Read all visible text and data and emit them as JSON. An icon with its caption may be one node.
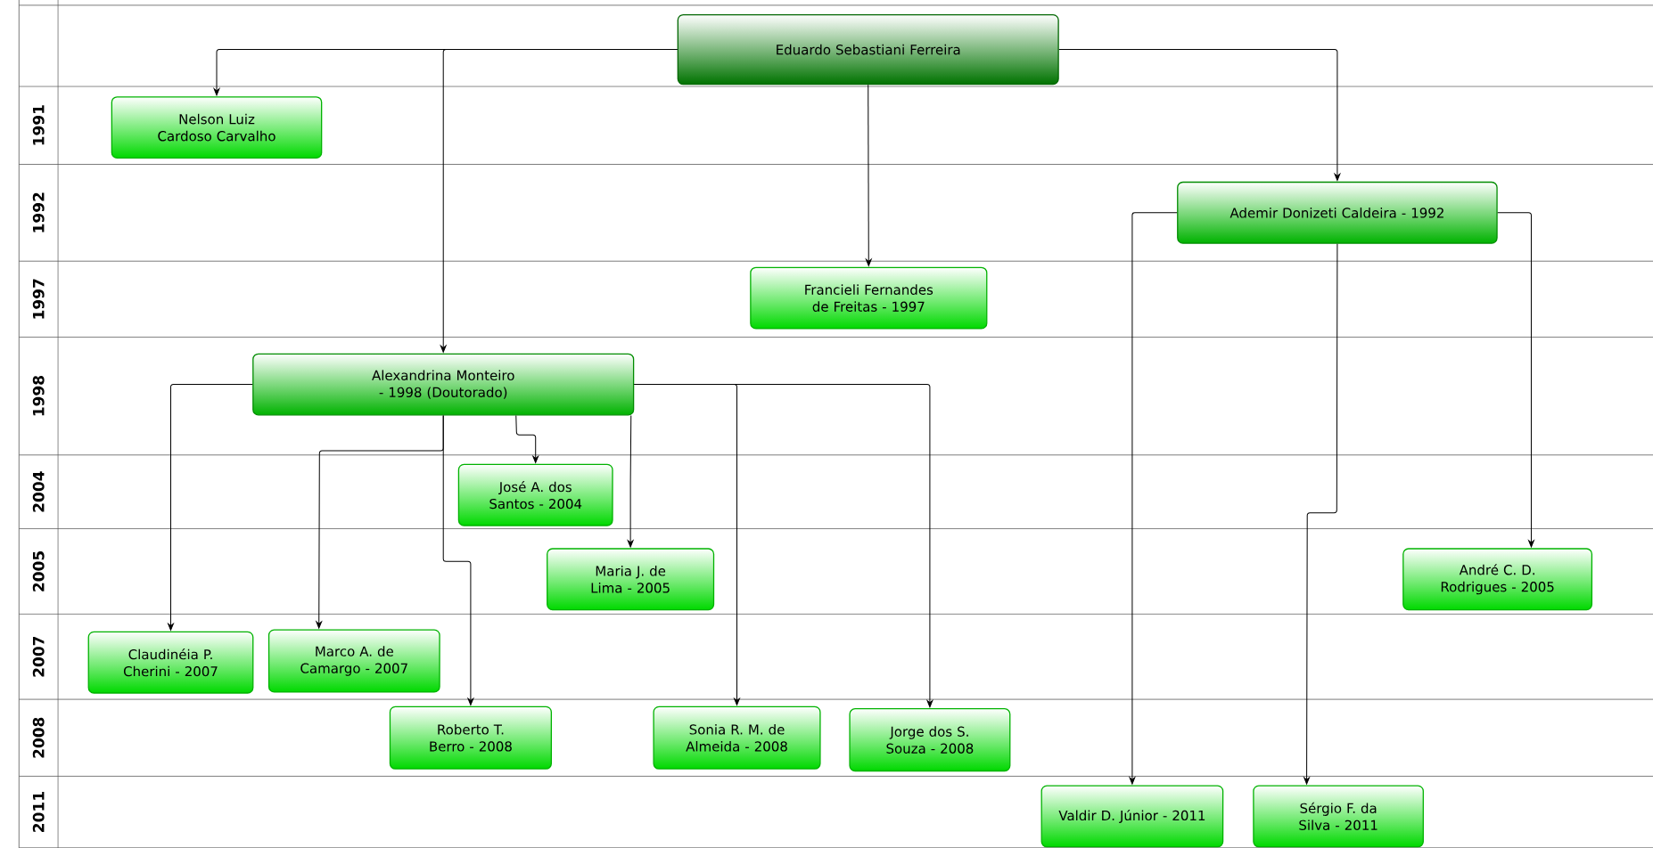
{
  "diagram": {
    "nodes": [
      {
        "text": [
          "Eduardo Sebastiani Ferreira"
        ]
      },
      {
        "text": [
          "Nelson Luiz Cardoso Carvalho"
        ]
      },
      {
        "text": [
          "Ademir Donizeti Caldeira - 1992"
        ]
      },
      {
        "text": [
          "Francieli Fernandes de Freitas - 1997"
        ]
      },
      {
        "text": [
          "Alexandrina Monteiro - 1998 (Doutorado)"
        ]
      },
      {
        "text": [
          "José A. dos Santos - 2004"
        ]
      },
      {
        "text": [
          "Maria J. de Lima - 2005"
        ]
      },
      {
        "text": [
          "André C. D. Rodrigues - 2005"
        ]
      },
      {
        "text": [
          "Claudinéia P. Cherini - 2007"
        ]
      },
      {
        "text": [
          "Marco A. de Camargo - 2007"
        ]
      },
      {
        "text": [
          "Roberto T. Berro - 2008"
        ]
      },
      {
        "text": [
          "Sonia R. M. de Almeida - 2008"
        ]
      },
      {
        "text": [
          "Jorge dos S. Souza - 2008"
        ]
      },
      {
        "text": [
          "Valdir D. Júnior - 2011"
        ]
      },
      {
        "text": [
          "Sérgio F. da Silva - 2011"
        ]
      }
    ],
    "edges": [
      {
        "from": 0,
        "to": 1,
        "arrow": "to"
      },
      {
        "from": 0,
        "to": 4,
        "arrow": "to"
      },
      {
        "from": 0,
        "to": 3,
        "arrow": "to"
      },
      {
        "from": 0,
        "to": 2,
        "arrow": "to"
      },
      {
        "from": 2,
        "to": 13,
        "arrow": "to"
      },
      {
        "from": 2,
        "to": 14,
        "arrow": "to"
      },
      {
        "from": 2,
        "to": 7,
        "arrow": "to"
      },
      {
        "from": 4,
        "to": 8,
        "arrow": "to"
      },
      {
        "from": 4,
        "to": 9,
        "arrow": "to"
      },
      {
        "from": 4,
        "to": 10,
        "arrow": "to"
      },
      {
        "from": 4,
        "to": 5,
        "arrow": "to"
      },
      {
        "from": 4,
        "to": 6,
        "arrow": "to"
      },
      {
        "from": 4,
        "to": 11,
        "arrow": "to"
      },
      {
        "from": 4,
        "to": 12,
        "arrow": "to"
      }
    ],
    "labels": [
      "1991",
      "1992",
      "1997",
      "1998",
      "2004",
      "2005",
      "2007",
      "2008",
      "2011"
    ]
  }
}
